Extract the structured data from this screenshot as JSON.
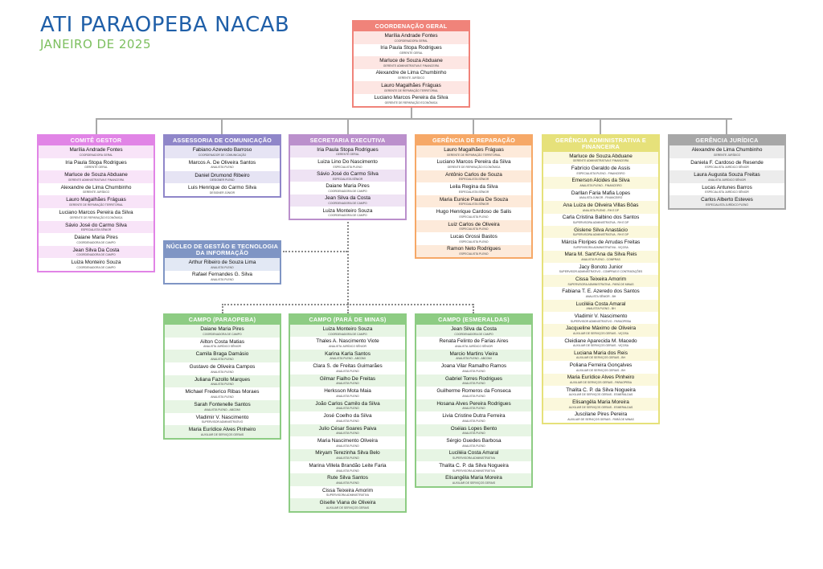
{
  "header": {
    "title": "ATI PARAOPEBA NACAB",
    "subtitle": "JANEIRO DE 2025"
  },
  "boxes": [
    {
      "key": "coordenacao",
      "title": "COORDENAÇÃO GERAL",
      "color": "#f0837a",
      "tint": "#fde6e3",
      "people": [
        {
          "name": "Marília Andrade Fontes",
          "role": "COORDENADORA GERAL"
        },
        {
          "name": "Iria Paula Stopa Rodrigues",
          "role": "GERENTE GERAL"
        },
        {
          "name": "Marluce de Souza Abduane",
          "role": "GERENTE ADMINISTRATIVA E FINANCEIRA"
        },
        {
          "name": "Alexandre de Lima Chumbinho",
          "role": "GERENTE JURÍDICO"
        },
        {
          "name": "Lauro Magalhães Fráguas",
          "role": "GERENTE DE REPARAÇÃO TERRITORIAL"
        },
        {
          "name": "Luciano Marcos Pereira da Silva",
          "role": "GERENTE DE REPARAÇÃO ECONÔMICA"
        }
      ]
    },
    {
      "key": "comite",
      "title": "COMITÊ GESTOR",
      "color": "#e184e6",
      "tint": "#f8e4f8",
      "people": [
        {
          "name": "Marília Andrade Fontes",
          "role": "COORDENADORA GERAL"
        },
        {
          "name": "Iria Paula Stopa Rodrigues",
          "role": "GERENTE GERAL"
        },
        {
          "name": "Marluce de Souza Abduane",
          "role": "GERENTE ADMINISTRATIVA E FINANCEIRA"
        },
        {
          "name": "Alexandre de Lima Chumbinho",
          "role": "GERENTE JURÍDICO"
        },
        {
          "name": "Lauro Magalhães Fráguas",
          "role": "GERENTE DE REPARAÇÃO TERRITORIAL"
        },
        {
          "name": "Luciano Marcos Pereira da Silva",
          "role": "GERENTE DE REPARAÇÃO ECONÔMICA"
        },
        {
          "name": "Sávio José do Carmo Silva",
          "role": "ESPECIALISTA SÊNIOR"
        },
        {
          "name": "Daiane Maria Pires",
          "role": "COORDENADORA DE CAMPO"
        },
        {
          "name": "Jean Silva Da Costa",
          "role": "COORDENADORA DE CAMPO"
        },
        {
          "name": "Luiza Monteiro Souza",
          "role": "COORDENADORA DE CAMPO"
        }
      ]
    },
    {
      "key": "comunicacao",
      "title": "ASSESSORIA DE COMUNICAÇÃO",
      "color": "#8f86c9",
      "tint": "#e6e4f4",
      "people": [
        {
          "name": "Fabiano Azevedo Barroso",
          "role": "COORDENADOR DE COMUNICAÇÃO"
        },
        {
          "name": "Marcos A. De Oliveira Santos",
          "role": "ANALISTA PLENO"
        },
        {
          "name": "Daniel Drumond Ribeiro",
          "role": "DESIGNER PLENO"
        },
        {
          "name": "Luis Henrique do Carmo Silva",
          "role": "DESIGNER JÚNIOR"
        }
      ]
    },
    {
      "key": "secretaria",
      "title": "SECRETARIA EXECUTIVA",
      "color": "#bb90cc",
      "tint": "#efe3f4",
      "people": [
        {
          "name": "Iria Paula Stopa Rodrigues",
          "role": "GERENTE GERAL"
        },
        {
          "name": "Luiza Lino Do Nascimento",
          "role": "ESPECIALISTA PLENO"
        },
        {
          "name": "Sávio José do Carmo Silva",
          "role": "ESPECIALISTA SÊNIOR"
        },
        {
          "name": "Daiane Maria Pires",
          "role": "COORDENADORA DE CAMPO"
        },
        {
          "name": "Jean Silva da Costa",
          "role": "COORDENADORA DE CAMPO"
        },
        {
          "name": "Luiza Monteiro Souza",
          "role": "COORDENADORA DE CAMPO"
        }
      ]
    },
    {
      "key": "reparacao",
      "title": "GERÊNCIA DE REPARAÇÃO",
      "color": "#f6a867",
      "tint": "#fdeada",
      "people": [
        {
          "name": "Lauro Magalhães Fráguas",
          "role": "GERENTE DE REPARAÇÃO TERRITORIAL"
        },
        {
          "name": "Luciano Marcos Pereira da Silva",
          "role": "GERENTE DE REPARAÇÃO ECONÔMICA"
        },
        {
          "name": "Antônio Carlos de Souza",
          "role": "ESPECIALISTA SÊNIOR"
        },
        {
          "name": "Leila Regina da Silva",
          "role": "ESPECIALISTA SÊNIOR"
        },
        {
          "name": "Maria Eunice Paula De Souza",
          "role": "ESPECIALISTA SÊNIOR"
        },
        {
          "name": "Hugo Henrique Cardoso de Salis",
          "role": "ESPECIALISTA PLENO"
        },
        {
          "name": "Luiz Carlos de Oliveira",
          "role": "ESPECIALISTA PLENO"
        },
        {
          "name": "Lucas Grossi Bastos",
          "role": "ESPECIALISTA PLENO"
        },
        {
          "name": "Ramon Neto Rodrigues",
          "role": "ESPECIALISTA PLENO"
        }
      ]
    },
    {
      "key": "administrativa",
      "title": "GERÊNCIA ADMINISTRATIVA E FINANCEIRA",
      "color": "#e6e17a",
      "tint": "#fbf8dc",
      "people": [
        {
          "name": "Marluce de Souza Abduane",
          "role": "GERENTE ADMINISTRATIVA E FINANCEIRA"
        },
        {
          "name": "Fabrício Geraldo de Assis",
          "role": "ESPECIALISTA PLENO - FINANCEIRO"
        },
        {
          "name": "Emerson Alcides da Silva",
          "role": "ANALISTA PLENO - FINANCEIRO"
        },
        {
          "name": "Darllan Faria Mafia Lopes",
          "role": "ANALISTA JÚNIOR - FINANCEIRO"
        },
        {
          "name": "Ana Luiza de Oliveira Villas Bôas",
          "role": "ANALISTA PLENO - RH E DP"
        },
        {
          "name": "Carla Cristina Balbino dos Santos",
          "role": "SUPERVISORA ADMINISTRATIVA - RH E DP"
        },
        {
          "name": "Gislene Silva Anastácio",
          "role": "SUPERVISORA ADMINISTRATIVA - RH E DP"
        },
        {
          "name": "Márcia Floripes de Arrudas Freitas",
          "role": "SUPERVISORA ADMINISTRATIVA - VIÇOSA"
        },
        {
          "name": "Mara M. Sant'Ana da Silva Reis",
          "role": "ANALISTA PLENO - COMPRAS"
        },
        {
          "name": "Jacy Bonoto Junior",
          "role": "SUPERVISOR ADMINISTRATIVO - COMPRAS E CONTRATAÇÕES"
        },
        {
          "name": "Cissa Teixeira Amorim",
          "role": "SUPERVISORA ADMINISTRATIVA - PARÁ DE MINAS"
        },
        {
          "name": "Fabiana T. E. Azeredo dos Santos",
          "role": "ANALISTA SÊNIOR - BH"
        },
        {
          "name": "Luciléia Costa Amaral",
          "role": "ANALISTA PLENO - BH"
        },
        {
          "name": "Vladimir V. Nascimento",
          "role": "SUPERVISOR ADMINISTRATIVO - PARAOPEBA"
        },
        {
          "name": "Jacqueline Máximo de Oliveira",
          "role": "AUXILIAR DE SERVIÇOS GERAIS - VIÇOSA"
        },
        {
          "name": "Cleidiane Aparecida M. Macedo",
          "role": "AUXILIAR DE SERVIÇOS GERAIS - VIÇOSA"
        },
        {
          "name": "Luciana Maria dos Reis",
          "role": "AUXILIAR DE SERVIÇOS GERAIS - BH"
        },
        {
          "name": "Poliana Ferreira Gonçalves",
          "role": "AUXILIAR DE SERVIÇOS GERAIS - BH"
        },
        {
          "name": "Maria Eurídice Alves Pinheiro",
          "role": "AUXILIAR DE SERVIÇOS GERAIS - PARAOPEBA"
        },
        {
          "name": "Thalita C. P. da Silva Nogueira",
          "role": "AUXILIAR DE SERVIÇOS GERAIS - ESMERALDAS"
        },
        {
          "name": "Elisangêla Maria Moreira",
          "role": "AUXILIAR DE SERVIÇOS GERAIS - ESMERALDAS"
        },
        {
          "name": "Juscilane Pires Pereira",
          "role": "AUXILIAR DE SERVIÇOS GERAIS - PARÁ DE MINAS"
        }
      ]
    },
    {
      "key": "juridica",
      "title": "GERÊNCIA JURÍDICA",
      "color": "#a7a7a7",
      "tint": "#ececec",
      "people": [
        {
          "name": "Alexandre de Lima Chumbinho",
          "role": "GERENTE JURÍDICO"
        },
        {
          "name": "Daniela F. Cardoso de Resende",
          "role": "ESPECIALISTA JURÍDICO SÊNIOR"
        },
        {
          "name": "Laura Augusta Souza Freitas",
          "role": "ANALISTA JURÍDICO SÊNIOR"
        },
        {
          "name": "Lucas Antunes Barros",
          "role": "ESPECIALISTA JURÍDICO SÊNIOR"
        },
        {
          "name": "Carlos Alberto Esteves",
          "role": "ESPECIALISTA JURÍDICO PLENO"
        }
      ]
    },
    {
      "key": "nucleo",
      "title": "NÚCLEO DE GESTÃO E TECNOLOGIA DA INFORMAÇÃO",
      "color": "#7f95c4",
      "tint": "#e2e8f4",
      "people": [
        {
          "name": "Arthur Ribeiro de Souza Lima",
          "role": "ANALISTA PLENO"
        },
        {
          "name": "Rafael Fernandes G. Silva",
          "role": "ANALISTA PLENO"
        }
      ]
    },
    {
      "key": "paraopeba",
      "title": "CAMPO (PARAOPEBA)",
      "color": "#8dcc83",
      "tint": "#e7f5e4",
      "people": [
        {
          "name": "Daiane Maria Pires",
          "role": "COORDENADORA DE CAMPO"
        },
        {
          "name": "Ailton Costa Matias",
          "role": "ANALISTA JURÍDICO SÊNIOR"
        },
        {
          "name": "Camila Braga Damásio",
          "role": "ANALISTA PLENO"
        },
        {
          "name": "Gustavo de Oliveira Campos",
          "role": "ANALISTA PLENO"
        },
        {
          "name": "Juliana Fazollo Marques",
          "role": "ANALISTA PLENO"
        },
        {
          "name": "Michael Frederico Ribas Moraes",
          "role": "ANALISTA PLENO"
        },
        {
          "name": "Sarah Fontenelle Santos",
          "role": "ANALISTA PLENO - ABCDMI"
        },
        {
          "name": "Vladimir V. Nascimento",
          "role": "SUPERVISOR ADMINISTRATIVO"
        },
        {
          "name": "Maria Eurídice Alves Pinheiro",
          "role": "AUXILIAR DE SERVIÇOS GERAIS"
        }
      ]
    },
    {
      "key": "paraminas",
      "title": "CAMPO (PARÁ DE MINAS)",
      "color": "#8dcc83",
      "tint": "#e7f5e4",
      "people": [
        {
          "name": "Luiza Monteiro Souza",
          "role": "COORDENADORA DE CAMPO"
        },
        {
          "name": "Thales A. Nascimento Viote",
          "role": "ANALISTA JURÍDICO SÊNIOR"
        },
        {
          "name": "Karina Karla Santos",
          "role": "ANALISTA PLENO - ABCDMI"
        },
        {
          "name": "Clara S. de Freitas Guimarães",
          "role": "ANALISTA PLENO"
        },
        {
          "name": "Gilmar Fialho De Freitas",
          "role": "ANALISTA PLENO"
        },
        {
          "name": "Herksson Mota Maia",
          "role": "ANALISTA PLENO"
        },
        {
          "name": "João Carlos Camilo da Silva",
          "role": "ANALISTA PLENO"
        },
        {
          "name": "José Coelho da Silva",
          "role": "ANALISTA PLENO"
        },
        {
          "name": "Julio César Soares Paiva",
          "role": "ANALISTA PLENO"
        },
        {
          "name": "Maria Nascimento Oliveira",
          "role": "ANALISTA PLENO"
        },
        {
          "name": "Miryam Terezinha Silva Belo",
          "role": "ANALISTA PLENO"
        },
        {
          "name": "Marina Villela Brandão Leite Faria",
          "role": "ANALISTA PLENO"
        },
        {
          "name": "Rute Silva Santos",
          "role": "ANALISTA PLENO"
        },
        {
          "name": "Cissa Teixeira Amorim",
          "role": "SUPERVISORA ADMINISTRATIVA"
        },
        {
          "name": "Giselle Viana de Oliveira",
          "role": "AUXILIAR DE SERVIÇOS GERAIS"
        }
      ]
    },
    {
      "key": "esmeraldas",
      "title": "CAMPO (ESMERALDAS)",
      "color": "#8dcc83",
      "tint": "#e7f5e4",
      "people": [
        {
          "name": "Jean Silva da Costa",
          "role": "COORDENADORA DE CAMPO"
        },
        {
          "name": "Renata Felinto de Farias Aires",
          "role": "ANALISTA JURÍDICO SÊNIOR"
        },
        {
          "name": "Marcio Martins Vieira",
          "role": "ANALISTA PLENO - ABCDMI"
        },
        {
          "name": "Joana Vilar Ramalho Ramos",
          "role": "ANALISTA PLENO"
        },
        {
          "name": "Gabriel Torres Rodrigues",
          "role": "ANALISTA PLENO"
        },
        {
          "name": "Guilherme Romeros da Fonseca",
          "role": "ANALISTA PLENO"
        },
        {
          "name": "Hosana Alves Pereira Rodrigues",
          "role": "ANALISTA PLENO"
        },
        {
          "name": "Livia Cristine Dutra Ferreira",
          "role": "ANALISTA PLENO"
        },
        {
          "name": "Oséias Lopes Bento",
          "role": "ANALISTA PLENO"
        },
        {
          "name": "Sérgio Guedes Barbosa",
          "role": "ANALISTA PLENO"
        },
        {
          "name": "Luciléia Costa Amaral",
          "role": "SUPERVISORA ADMINISTRATIVA"
        },
        {
          "name": "Thalita C. P. da Silva Nogueira",
          "role": "SUPERVISORA ADMINISTRATIVA"
        },
        {
          "name": "Elisangêla Maria Moreira",
          "role": "AUXILIAR DE SERVIÇOS GERAIS"
        }
      ]
    }
  ]
}
